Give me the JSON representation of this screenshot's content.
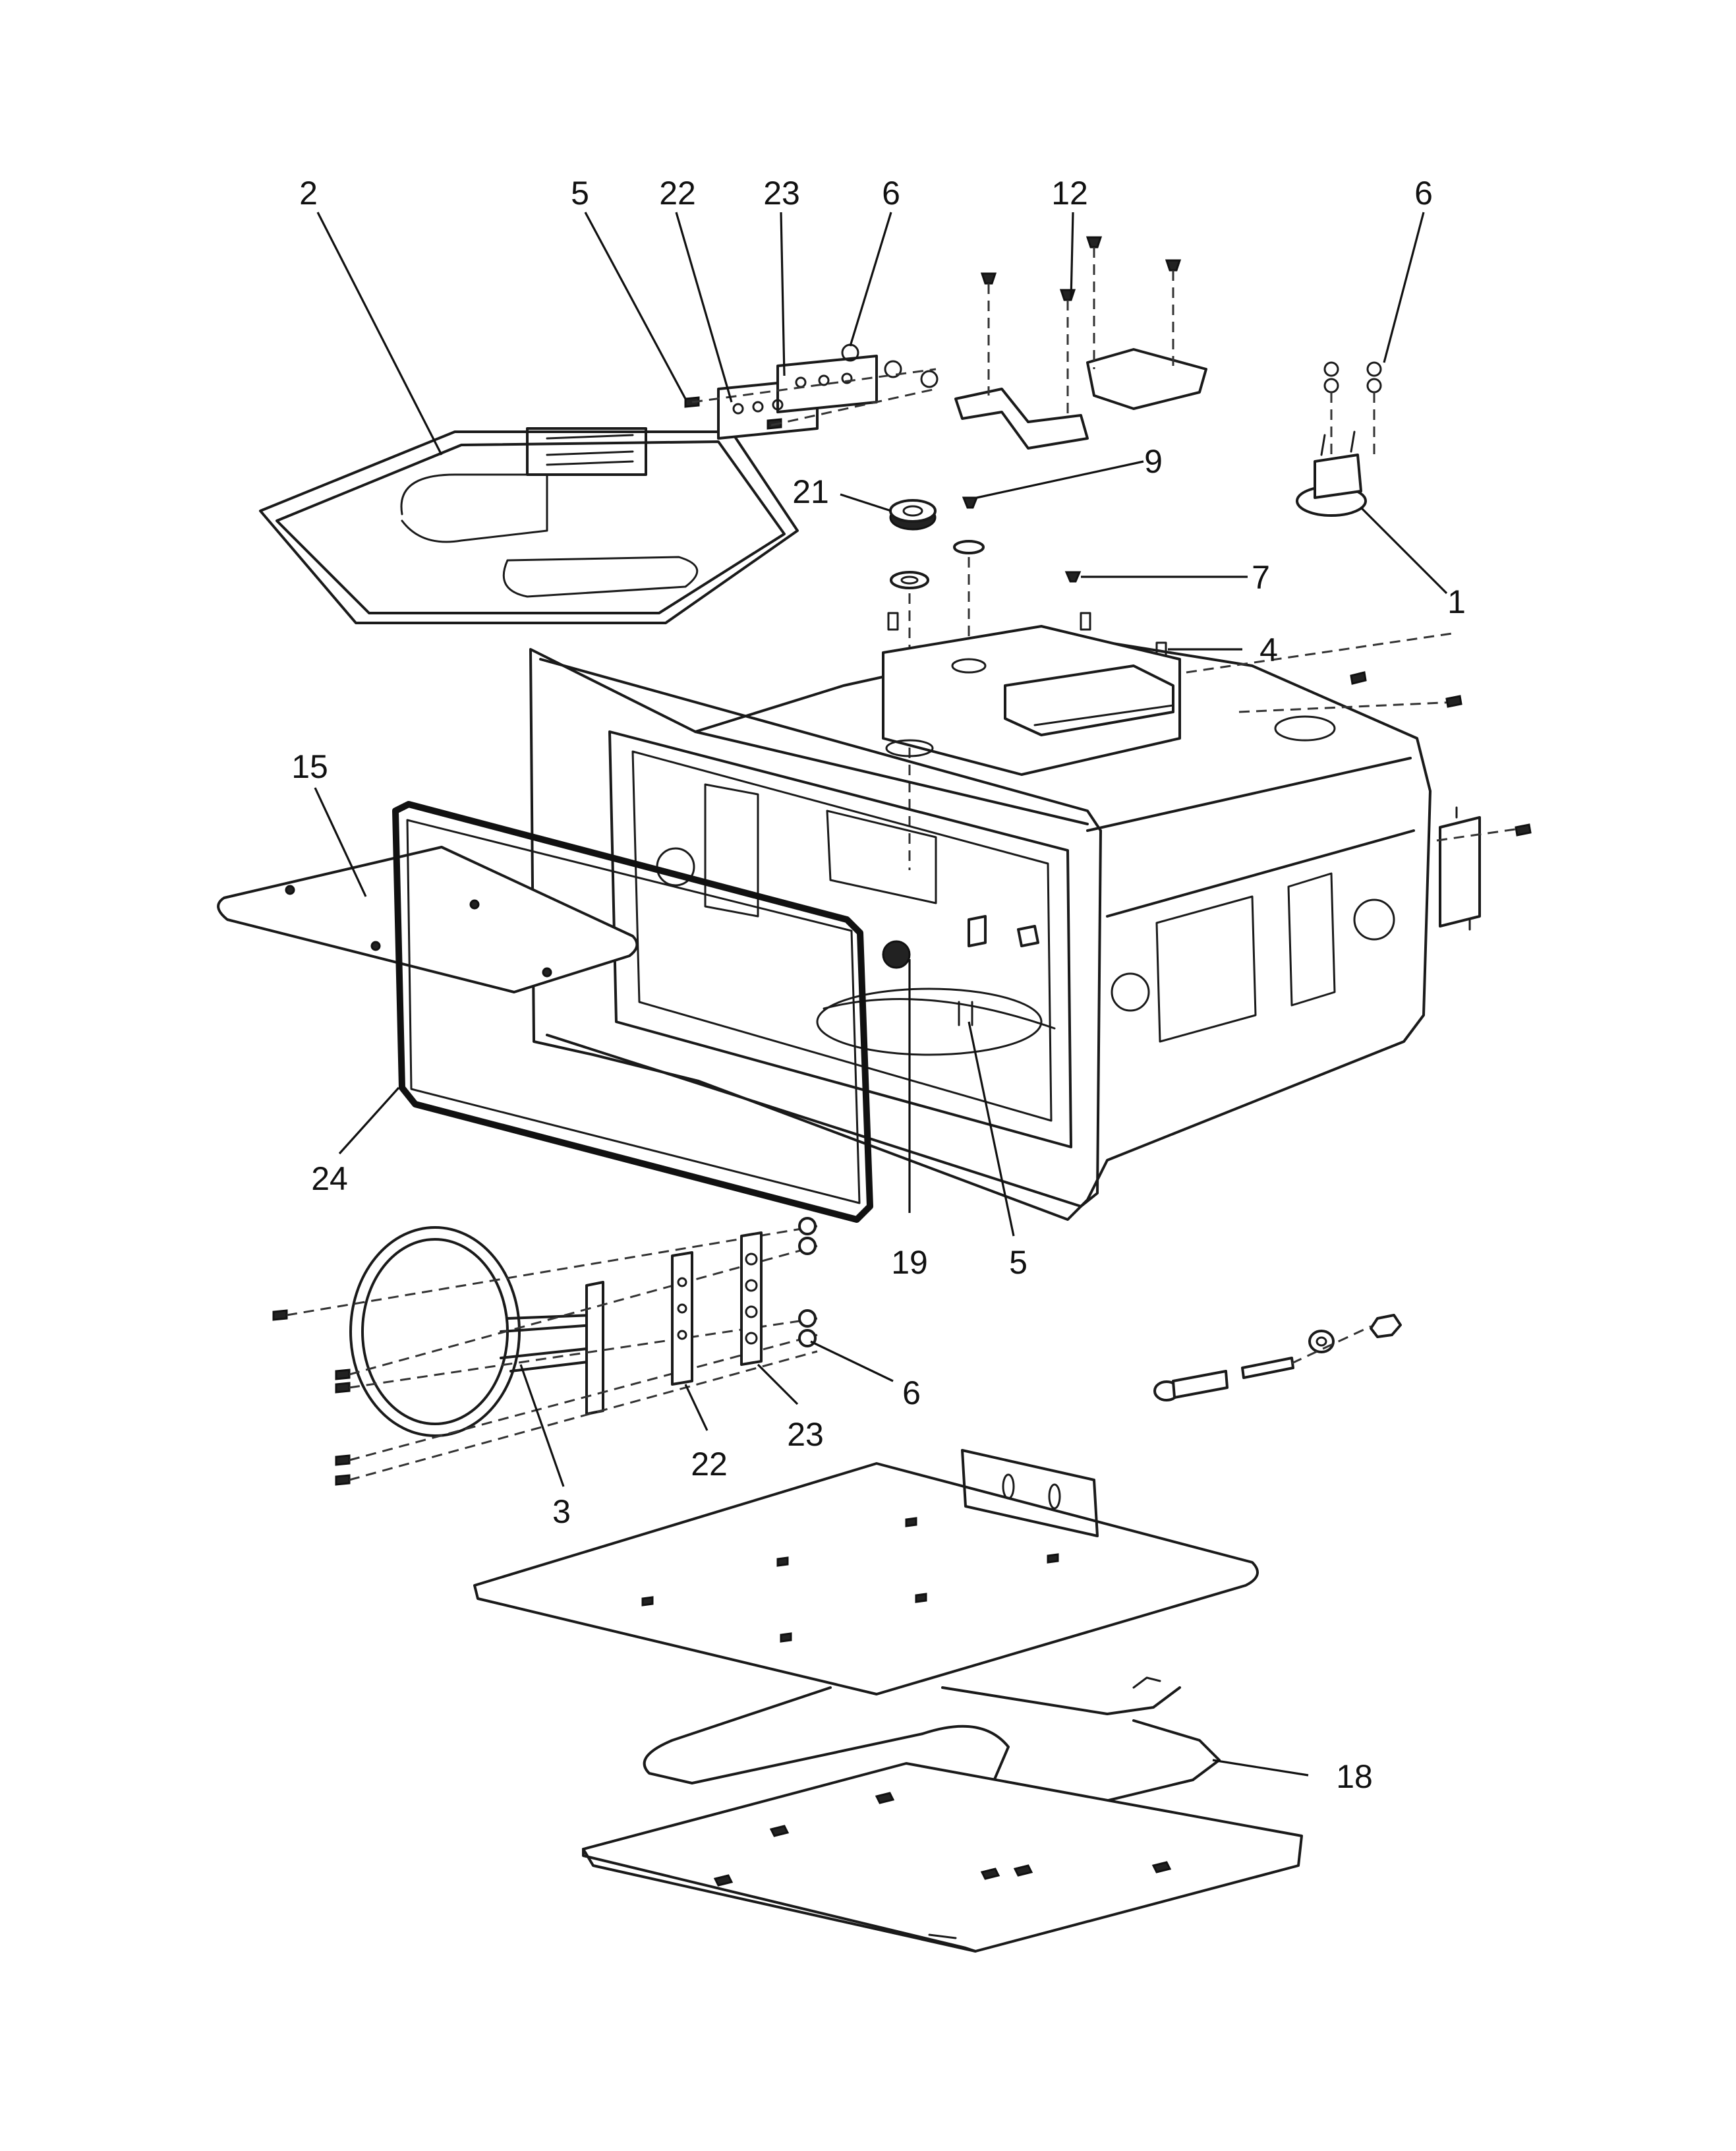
{
  "diagram": {
    "callouts": [
      {
        "id": "c-2-top",
        "label": "2"
      },
      {
        "id": "c-5-top",
        "label": "5"
      },
      {
        "id": "c-22-top",
        "label": "22"
      },
      {
        "id": "c-23-top",
        "label": "23"
      },
      {
        "id": "c-6-top",
        "label": "6"
      },
      {
        "id": "c-12",
        "label": "12"
      },
      {
        "id": "c-6-right",
        "label": "6"
      },
      {
        "id": "c-9",
        "label": "9"
      },
      {
        "id": "c-21",
        "label": "21"
      },
      {
        "id": "c-7",
        "label": "7"
      },
      {
        "id": "c-1",
        "label": "1"
      },
      {
        "id": "c-4",
        "label": "4"
      },
      {
        "id": "c-15",
        "label": "15"
      },
      {
        "id": "c-24",
        "label": "24"
      },
      {
        "id": "c-19",
        "label": "19"
      },
      {
        "id": "c-5-mid",
        "label": "5"
      },
      {
        "id": "c-6-bottom",
        "label": "6"
      },
      {
        "id": "c-23-bottom",
        "label": "23"
      },
      {
        "id": "c-22-bottom",
        "label": "22"
      },
      {
        "id": "c-3",
        "label": "3"
      },
      {
        "id": "c-18",
        "label": "18"
      }
    ]
  }
}
